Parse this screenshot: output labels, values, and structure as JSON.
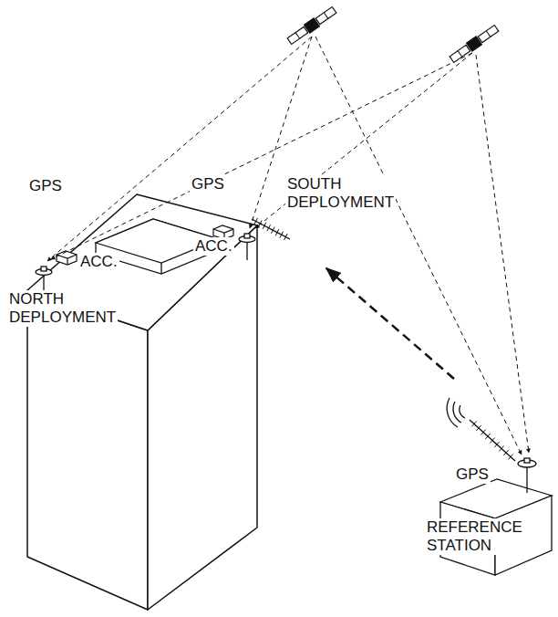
{
  "diagram": {
    "labels": [
      "GPS",
      "GPS",
      "SOUTH DEPLOYMENT",
      "ACC.",
      "ACC.",
      "NORTH DEPLOYMENT",
      "GPS",
      "REFERENCE STATION"
    ]
  }
}
